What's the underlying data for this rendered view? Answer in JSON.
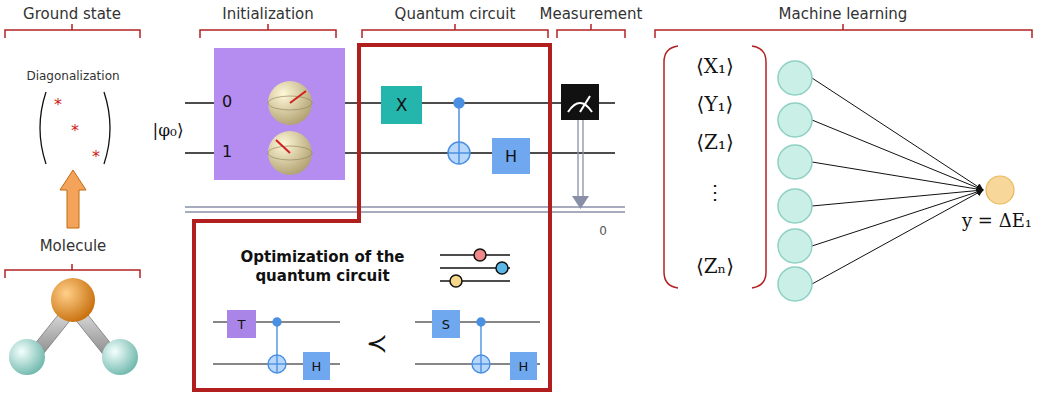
{
  "diagram": {
    "nodes": [
      {
        "text": [
          "0",
          "1"
        ]
      },
      {
        "text": [
          "Optimization of the quantum circuit"
        ]
      },
      {
        "text": [
          "X"
        ],
        "in": 1
      },
      {
        "text": [
          "H"
        ],
        "in": 1
      },
      {
        "text": [
          "T"
        ],
        "in": 1
      },
      {
        "text": [
          "H"
        ],
        "in": 1
      },
      {
        "text": [
          "S"
        ],
        "in": 1
      },
      {
        "text": [
          "H"
        ],
        "in": 1
      }
    ],
    "labels": [
      "Ground state",
      "Initialization",
      "Quantum circuit",
      "Measurement",
      "Machine learning",
      "Diagonalization",
      "*",
      "*",
      "*",
      "Molecule",
      "|φ₀⟩",
      "0",
      "≺",
      "⟨X₁⟩",
      "⟨Y₁⟩",
      "⟨Z₁⟩",
      "⋮",
      "⟨Zₙ⟩",
      "y =  ΔE₁"
    ]
  }
}
